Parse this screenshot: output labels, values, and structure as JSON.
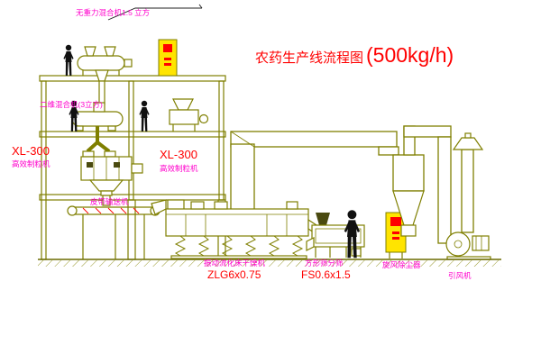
{
  "title": {
    "main": "农药生产线流程图",
    "capacity": "(500kg/h)"
  },
  "labels": {
    "mixer_top": "无重力混合机1.5 立方",
    "mixer_2d": "二维混合机(3立方)",
    "granulator_left_model": "XL-300",
    "granulator_left_name": "高效制粒机",
    "granulator_right_model": "XL-300",
    "granulator_right_name": "高效制粒机",
    "belt_conveyor": "皮带输送机",
    "fluid_bed_dryer": "振动流化床干燥机",
    "fluid_bed_dryer_model": "ZLG6x0.75",
    "square_screen": "方形筛分筛",
    "square_screen_model": "FS0.6x1.5",
    "cyclone": "旋风除尘器",
    "induced_draft_fan": "引风机"
  },
  "colors": {
    "line": "#7f7f00",
    "red": "#ff0000",
    "magenta": "#ff00cc",
    "yellow": "#ffe400",
    "brick": "#8a4500",
    "figure": "#111111",
    "background": "#ffffff"
  }
}
